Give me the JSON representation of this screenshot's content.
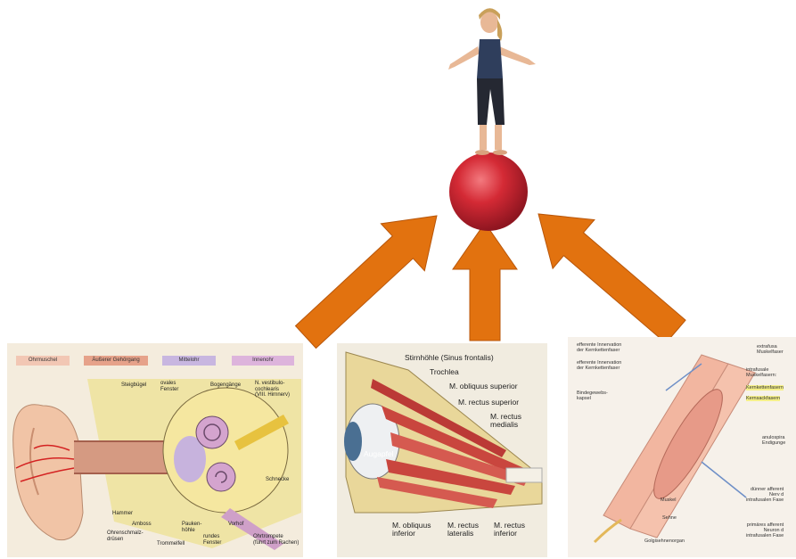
{
  "colors": {
    "arrow": "#e2720f",
    "ball": "#d42a35",
    "ear_bg": "#f4ecdd",
    "ear_legend_outer": "#f2c7b4",
    "ear_legend_outer_canal": "#e6a28a",
    "ear_legend_middle": "#c8b6e0",
    "ear_legend_inner": "#ddb4dc"
  },
  "ear": {
    "legend": [
      "Ohrmuschel",
      "Äußerer Gehörgang",
      "Mittelohr",
      "Innenohr"
    ],
    "labels": {
      "steigbuegel": "Steigbügel",
      "ovales_fenster": "ovales\nFenster",
      "bogengaenge": "Bogengänge",
      "nerv": "N. vestibulo-\ncochlearis\n(VIII. Hirnnerv)",
      "schnecke": "Schnecke",
      "hammer": "Hammer",
      "amboss": "Amboss",
      "ohrenschmalz": "Ohrenschmalz-\ndrüsen",
      "paukenhoehle": "Pauken-\nhöhle",
      "trommelfell": "Trommelfell",
      "rundes_fenster": "rundes\nFenster",
      "vorhof": "Vorhof",
      "ohrtrompete": "Ohrtrompete\n(führt zum Rachen)"
    }
  },
  "eye": {
    "labels": {
      "stirnhoehle": "Stirnhöhle (Sinus frontalis)",
      "trochlea": "Trochlea",
      "obliquus_sup": "M. obliquus superior",
      "rectus_sup": "M. rectus superior",
      "rectus_med": "M. rectus\nmedialis",
      "augapfel": "Augapfel",
      "obliquus_inf": "M. obliquus\ninferior",
      "rectus_lat": "M. rectus\nlateralis",
      "rectus_inf": "M. rectus\ninferior"
    }
  },
  "muscle": {
    "labels": {
      "efferente_kern": "efferente Innervation\nder Kernkettenfaser",
      "efferente_kettenfaser": "efferente Innervation\nder Kernkettenfaser",
      "extrafusale": "extrafusa\nMuskelfaser",
      "intrafusale": "intrafusale\nMuskelfasern:",
      "kernketten": "Kernkettenfasern",
      "kernsack": "Kernsackfasern",
      "bindegewebs": "Bindegewebs-\nkapsel",
      "anulospiral": "anulospira\nEndigunge",
      "duenner": "dünner afferent\nNerv d\nintrafusalen Fase",
      "muskel": "Muskel",
      "sehne": "Sehne",
      "primaer": "primäres afferent\nNeuron d\nintrafusalen Fase",
      "golgi": "Golgisehnenorgan"
    }
  }
}
